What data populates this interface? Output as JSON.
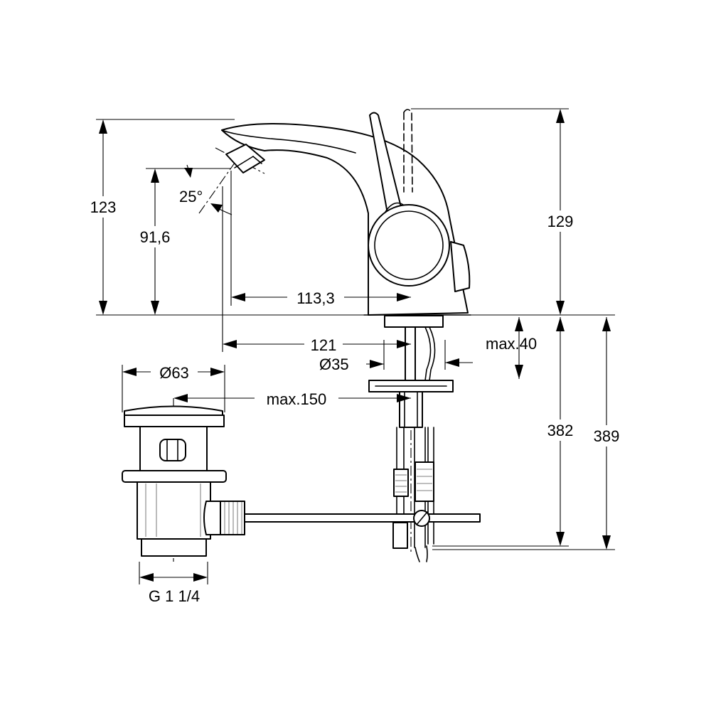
{
  "dimensions": {
    "height_total": "123",
    "height_spout": "91,6",
    "angle": "25°",
    "reach_113": "113,3",
    "height_129": "129",
    "reach_121": "121",
    "max_40": "max.40",
    "hole_35": "Ø35",
    "pop_63": "Ø63",
    "max_150": "max.150",
    "depth_382": "382",
    "depth_389": "389",
    "thread": "G 1 1/4"
  }
}
